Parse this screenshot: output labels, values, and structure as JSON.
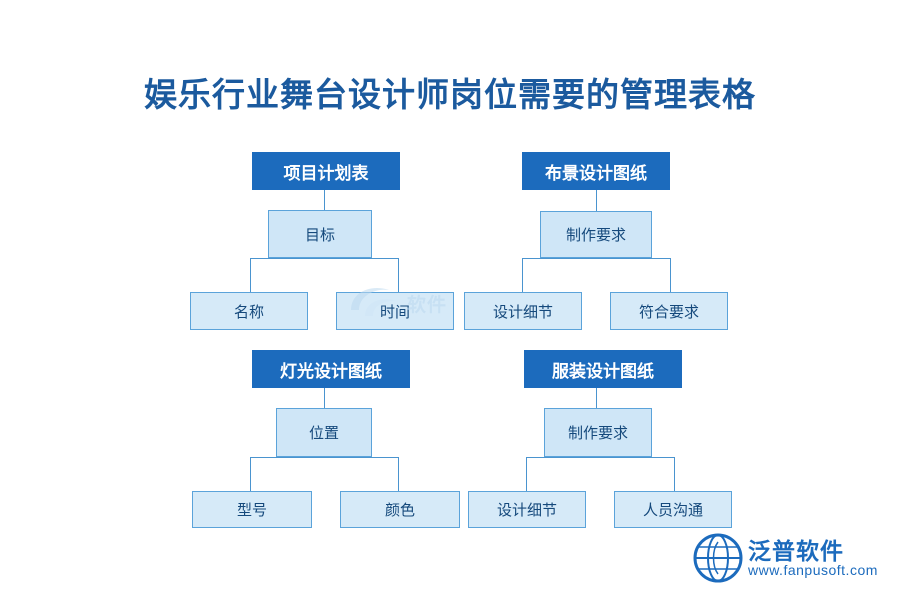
{
  "page": {
    "title": "娱乐行业舞台设计师岗位需要的管理表格",
    "accent_color": "#1c6bbd",
    "title_color": "#1b5a9e",
    "box_fill": "#d6eaf8",
    "box_border": "#5ba3da",
    "background": "#ffffff"
  },
  "groups": [
    {
      "header": "项目计划表",
      "mid": "目标",
      "leaves": [
        "名称",
        "时间"
      ]
    },
    {
      "header": "布景设计图纸",
      "mid": "制作要求",
      "leaves": [
        "设计细节",
        "符合要求"
      ]
    },
    {
      "header": "灯光设计图纸",
      "mid": "位置",
      "leaves": [
        "型号",
        "颜色"
      ]
    },
    {
      "header": "服装设计图纸",
      "mid": "制作要求",
      "leaves": [
        "设计细节",
        "人员沟通"
      ]
    }
  ],
  "watermark": {
    "center_text": "软件",
    "logo_name": "泛普软件",
    "logo_url": "www.fanpusoft.com"
  }
}
